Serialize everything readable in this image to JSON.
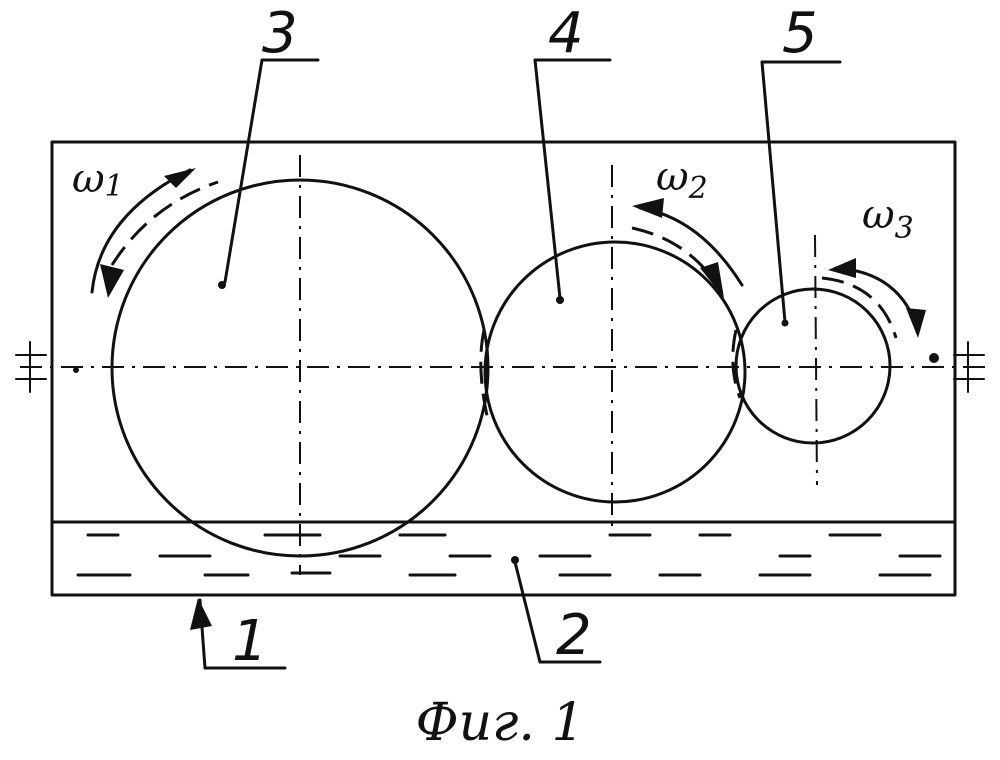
{
  "labels": {
    "housing": "1",
    "liquid": "2",
    "roller_large": "3",
    "roller_medium": "4",
    "roller_small": "5"
  },
  "omega": {
    "w1": {
      "base": "ω",
      "sub": "1"
    },
    "w2": {
      "base": "ω",
      "sub": "2"
    },
    "w3": {
      "base": "ω",
      "sub": "3"
    }
  },
  "caption": "Фиг. 1",
  "ink_color": "#111111"
}
